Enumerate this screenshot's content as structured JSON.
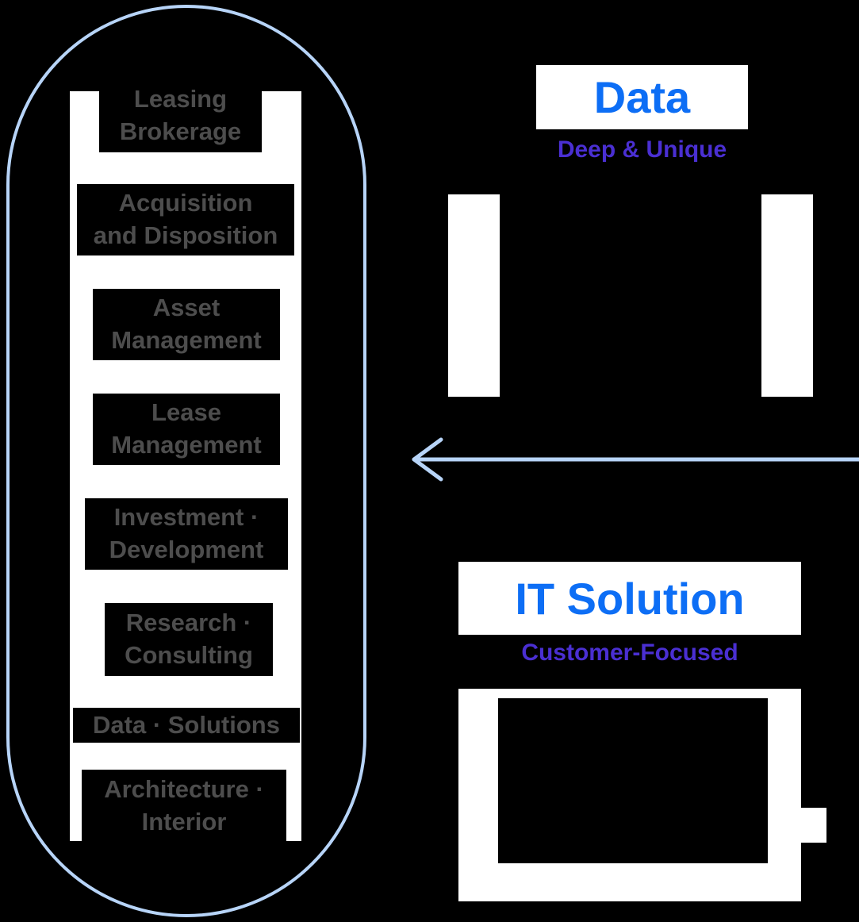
{
  "services": {
    "items": [
      {
        "label": "Leasing\nBrokerage"
      },
      {
        "label": "Acquisition\nand Disposition"
      },
      {
        "label": "Asset\nManagement"
      },
      {
        "label": "Lease\nManagement"
      },
      {
        "label": "Investment ·\nDevelopment"
      },
      {
        "label": "Research ·\nConsulting"
      },
      {
        "label": "Data · Solutions"
      },
      {
        "label": "Architecture ·\nInterior"
      }
    ]
  },
  "data_section": {
    "title": "Data",
    "subtitle": "Deep & Unique"
  },
  "it_section": {
    "title": "IT Solution",
    "subtitle": "Customer-Focused"
  },
  "icons": {
    "arrow": "left-arrow-icon",
    "data_icon": "data-side-bars-icon",
    "it_icon": "monitor-with-mouse-icon"
  },
  "colors": {
    "background": "#000000",
    "capsule_border": "#b7d4f8",
    "arrow": "#b7d4f8",
    "title_blue": "#0d6ef5",
    "subtitle_purple": "#4a2fd2",
    "service_text": "#4d4d4d",
    "panel_white": "#ffffff"
  }
}
